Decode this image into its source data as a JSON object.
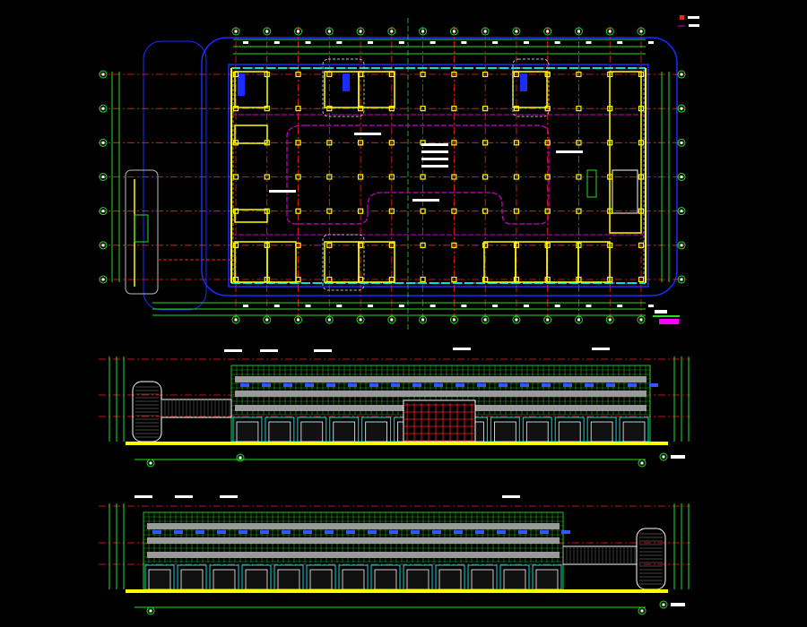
{
  "drawing": {
    "background": "#000000",
    "colors": {
      "axis": "#ff2020",
      "dimension": "#22dd22",
      "wall": "#ffff00",
      "boundary": "#1a2cff",
      "route": "#cc00cc",
      "window": "#00e0e0",
      "text": "#ffffff",
      "floor_band": "#9a9a9a",
      "ground": "#ffff00"
    },
    "floor_plan": {
      "grid_columns": 14,
      "grid_rows": 7
    },
    "elevations": [
      {
        "id": "front",
        "bays": 13,
        "tower_side": "left"
      },
      {
        "id": "rear",
        "bays": 13,
        "tower_side": "right"
      }
    ]
  }
}
